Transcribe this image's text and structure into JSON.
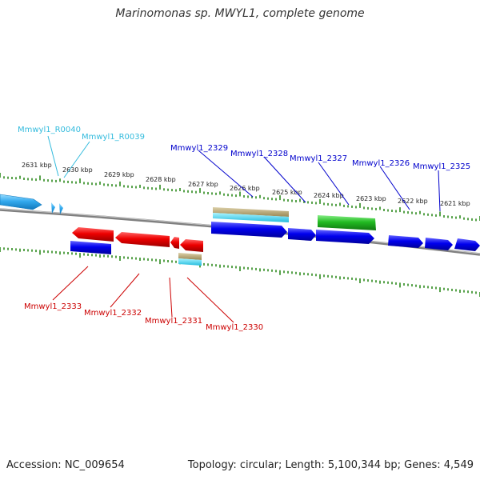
{
  "title": "Marinomonas sp. MWYL1, complete genome",
  "accession": "Accession: NC_009654",
  "summary": "Topology: circular; Length: 5,100,344 bp; Genes: 4,549",
  "colors": {
    "backbone": "#808080",
    "tick": "#2e8b1e",
    "rna_label": "#33bbdd",
    "forward_label": "#0000cc",
    "reverse_label": "#cc0000",
    "forward_gene": "#0000ee",
    "reverse_gene": "#ee0000",
    "rna_gene": "#33aaee",
    "green_gene": "#22bb22",
    "tan_gene": "#bbaa77",
    "cyan_gene": "#33ddee"
  },
  "kbp_labels": [
    "2631 kbp",
    "2630 kbp",
    "2629 kbp",
    "2628 kbp",
    "2627 kbp",
    "2626 kbp",
    "2625 kbp",
    "2624 kbp",
    "2623 kbp",
    "2622 kbp",
    "2621 kbp"
  ],
  "top_labels": [
    {
      "text": "Mmwyl1_R0040",
      "kind": "rna"
    },
    {
      "text": "Mmwyl1_R0039",
      "kind": "rna"
    },
    {
      "text": "Mmwyl1_2329",
      "kind": "forward"
    },
    {
      "text": "Mmwyl1_2328",
      "kind": "forward"
    },
    {
      "text": "Mmwyl1_2327",
      "kind": "forward"
    },
    {
      "text": "Mmwyl1_2326",
      "kind": "forward"
    },
    {
      "text": "Mmwyl1_2325",
      "kind": "forward"
    }
  ],
  "bottom_labels": [
    {
      "text": "Mmwyl1_2333",
      "kind": "reverse"
    },
    {
      "text": "Mmwyl1_2332",
      "kind": "reverse"
    },
    {
      "text": "Mmwyl1_2331",
      "kind": "reverse"
    },
    {
      "text": "Mmwyl1_2330",
      "kind": "reverse"
    }
  ]
}
